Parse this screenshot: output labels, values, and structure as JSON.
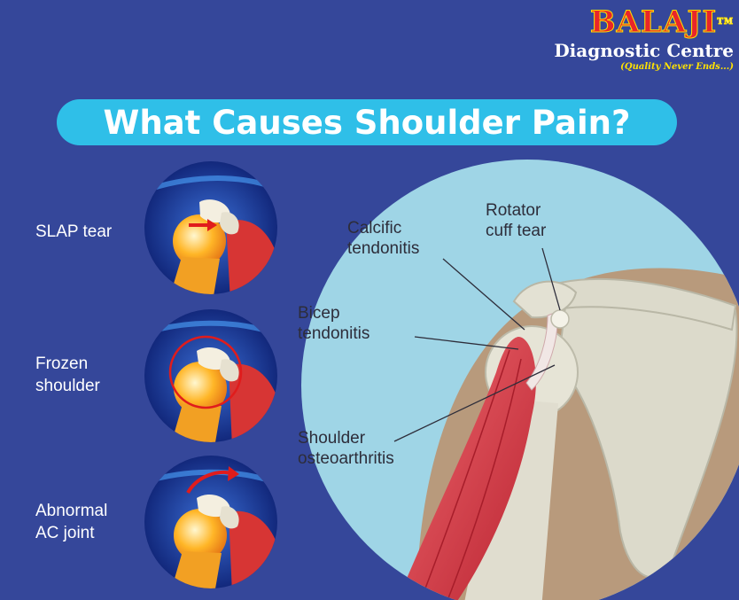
{
  "logo": {
    "brand": "BALAJI",
    "trademark": "TM",
    "subtitle": "Diagnostic Centre",
    "tagline": "(Quality Never Ends...)"
  },
  "title": "What Causes Shoulder Pain?",
  "causes": [
    {
      "label_line1": "SLAP tear",
      "label_line2": ""
    },
    {
      "label_line1": "Frozen",
      "label_line2": "shoulder"
    },
    {
      "label_line1": "Abnormal",
      "label_line2": "AC joint"
    }
  ],
  "callouts": {
    "rotator": {
      "line1": "Rotator",
      "line2": "cuff tear"
    },
    "calcific": {
      "line1": "Calcific",
      "line2": "tendonitis"
    },
    "bicep": {
      "line1": "Bicep",
      "line2": "tendonitis"
    },
    "osteo": {
      "line1": "Shoulder",
      "line2": "osteoarthritis"
    }
  },
  "colors": {
    "background": "#35479a",
    "title_pill": "#2fbfe8",
    "brand_red": "#e8252a",
    "brand_yellow": "#ffe200",
    "muscle": "#d9404e",
    "bone": "#dcdacb",
    "skin": "#b89a7c",
    "circle_bg": "#9fd5e6"
  }
}
